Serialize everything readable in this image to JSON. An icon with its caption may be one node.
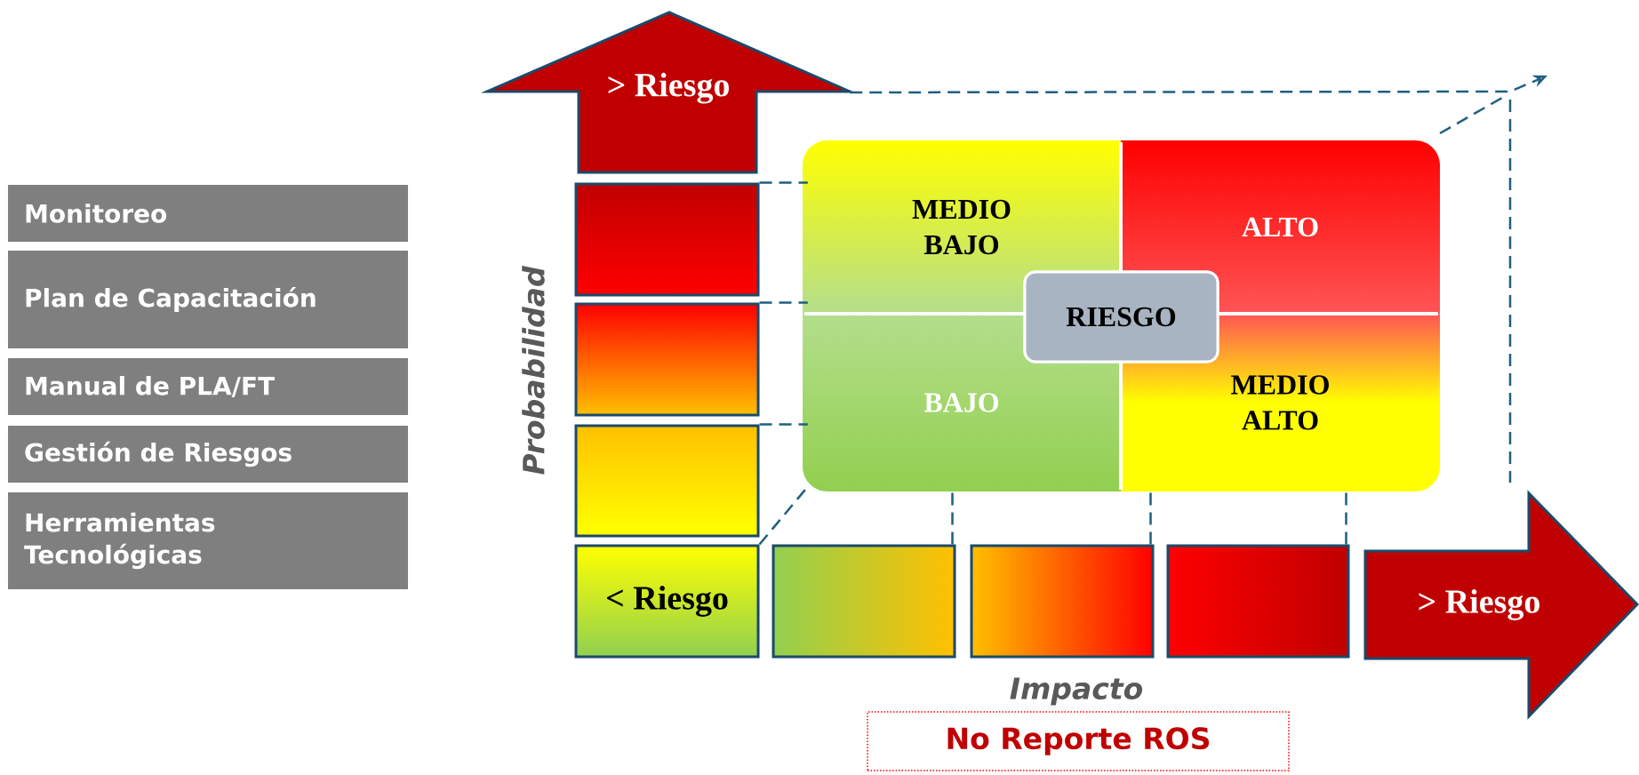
{
  "diagram": {
    "nodes": [
      {
        "text": [
          "Monitoreo"
        ]
      },
      {
        "text": [
          "Plan de Capacitación"
        ]
      },
      {
        "text": [
          "Manual de PLA/FT"
        ]
      },
      {
        "text": [
          "Gestión de Riesgos"
        ]
      },
      {
        "text": [
          "Herramientas Tecnológicas"
        ]
      },
      {
        "text": [
          "> Riesgo"
        ]
      },
      {
        "text": [],
        "shape": "box"
      },
      {
        "text": [],
        "shape": "box"
      },
      {
        "text": [],
        "shape": "box"
      },
      {
        "text": [
          "< Riesgo"
        ]
      },
      {
        "text": [
          "MEDIO BAJO"
        ]
      },
      {
        "text": [
          "ALTO"
        ]
      },
      {
        "text": [
          "BAJO"
        ]
      },
      {
        "text": [
          "MEDIO ALTO"
        ]
      },
      {
        "text": [
          "RIESGO"
        ]
      },
      {
        "text": [],
        "shape": "box"
      },
      {
        "text": [],
        "shape": "box"
      },
      {
        "text": [],
        "shape": "box"
      },
      {
        "text": [
          "> Riesgo"
        ]
      },
      {
        "text": [
          "No Reporte ROS"
        ]
      }
    ],
    "edges": [
      {
        "from": 5,
        "to": null,
        "arrow": "to",
        "style": "dashed"
      },
      {
        "from": 6,
        "to": 10,
        "arrow": "none",
        "style": "dashed"
      },
      {
        "from": 7,
        "to": 10,
        "arrow": "none",
        "style": "dashed"
      },
      {
        "from": 8,
        "to": 12,
        "arrow": "none",
        "style": "dashed"
      },
      {
        "from": 9,
        "to": 12,
        "arrow": "none",
        "style": "dashed"
      },
      {
        "from": 15,
        "to": 12,
        "arrow": "none",
        "style": "dashed"
      },
      {
        "from": 16,
        "to": 13,
        "arrow": "none",
        "style": "dashed"
      },
      {
        "from": 17,
        "to": 13,
        "arrow": "none",
        "style": "dashed"
      }
    ],
    "labels": [
      "Probabilidad",
      "Impacto"
    ]
  }
}
